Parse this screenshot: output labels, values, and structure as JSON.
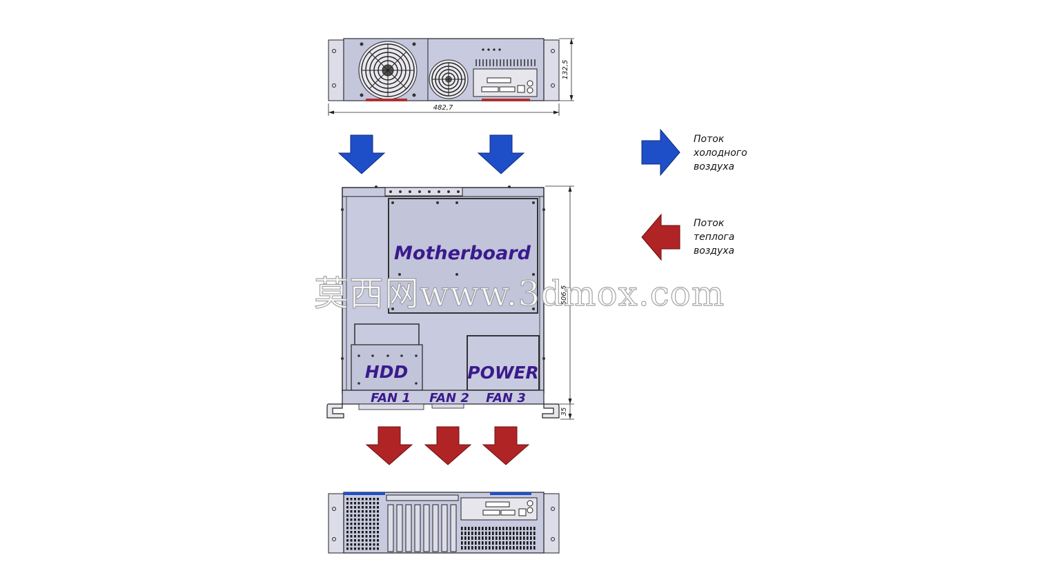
{
  "colors": {
    "chassis_fill": "#c8cadf",
    "chassis_stroke": "#222222",
    "board_fill": "#c2c4da",
    "label_text": "#3a1a8c",
    "cold_arrow": "#1f4fc8",
    "warm_arrow": "#b02426",
    "ear_fill": "#dcdde8",
    "vent": "#1a1a1a"
  },
  "dimensions": {
    "front_width": "482,7",
    "front_height": "132,5",
    "depth": "506,5",
    "handle_depth": "35"
  },
  "components": {
    "motherboard": "Motherboard",
    "hdd": "HDD",
    "power": "POWER",
    "fan1": "FAN 1",
    "fan2": "FAN 2",
    "fan3": "FAN 3"
  },
  "legend": {
    "cold": [
      "Поток",
      "холодного",
      "воздуха"
    ],
    "warm": [
      "Поток",
      "теплога",
      "воздуха"
    ]
  },
  "watermark": "莫西网www.3dmox.com",
  "icons": {
    "cold_arrow": "arrow-down-icon",
    "warm_arrow": "arrow-down-icon",
    "fan": "fan-icon"
  }
}
